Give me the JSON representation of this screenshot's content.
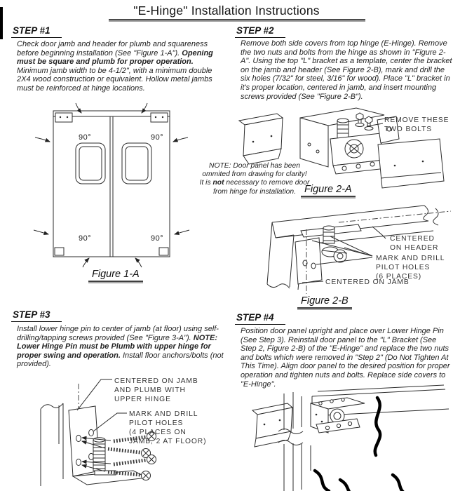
{
  "page": {
    "title": "\"E-Hinge\" Installation Instructions"
  },
  "step1": {
    "heading": "STEP #1",
    "runs": [
      "Check door jamb and header for plumb and squareness before beginning installation (See \"Figure 1-A\").  ",
      "Opening must be square and plumb for proper operation.",
      "  Minimum jamb width to be 4-1/2\", with a minimum double 2X4 wood construction or equivalent. Hollow metal jambs must be reinforced at hinge locations."
    ]
  },
  "step2": {
    "heading": "STEP #2",
    "body": "Remove both side covers from top hinge (E-Hinge). Remove the two nuts and bolts from the hinge as shown in \"Figure 2-A\". Using the top \"L\" bracket as a template, center the bracket on the jamb and header (See Figure 2-B), mark and drill the six holes (7/32\" for steel, 3/16\" for wood). Place \"L\" bracket in it's proper location, centered in jamb, and insert mounting screws provided (See \"Figure 2-B\")."
  },
  "step3": {
    "heading": "STEP #3",
    "runs": [
      "Install lower hinge pin to center of jamb (at floor) using self-drilling/tapping screws provided (See \"Figure 3-A\"). ",
      "NOTE: Lower Hinge Pin must be Plumb with upper hinge for proper swing and operation.",
      " Install floor anchors/bolts (not provided)."
    ]
  },
  "step4": {
    "heading": "STEP #4",
    "body": "Position door panel upright and place over Lower Hinge Pin (See Step 3). Reinstall door panel to the \"L\" Bracket (See Step 2, Figure 2-B) of the \"E-Hinge\" and replace the two nuts and bolts which were removed in \"Step 2\" (Do Not Tighten At This Time). Align door panel to the desired position for proper operation and tighten nuts and bolts. Replace side covers to \"E-Hinge\"."
  },
  "fig1a": {
    "caption": "Figure 1-A",
    "angles": [
      "90°",
      "90°",
      "90°",
      "90°"
    ]
  },
  "fig2a": {
    "caption": "Figure 2-A",
    "callout_bolts": "REMOVE THESE\nTWO BOLTS",
    "note_runs": [
      "NOTE: Door panel has been\nommited from drawing for clarity!\nIt is ",
      "not",
      " necessary to remove door\nfrom hinge for installation."
    ]
  },
  "fig2b": {
    "caption": "Figure 2-B",
    "callout_header": "CENTERED\nON HEADER",
    "callout_pilot": "MARK AND DRILL\nPILOT HOLES\n(6 PLACES)",
    "callout_jamb": "CENTERED ON JAMB"
  },
  "fig3a": {
    "callout_centered": "CENTERED ON JAMB\nAND PLUMB WITH\nUPPER HINGE",
    "callout_pilot": "MARK AND DRILL\nPILOT HOLES\n(4 PLACES ON\nJAMB, 2 AT FLOOR)"
  }
}
